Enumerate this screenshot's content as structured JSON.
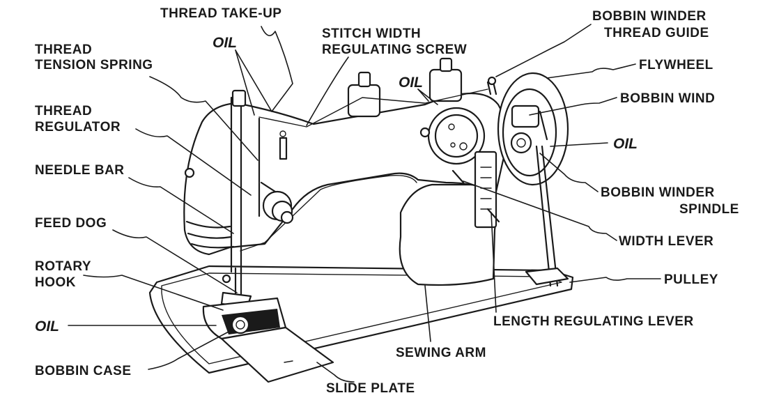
{
  "labels": {
    "thread_take_up": "THREAD TAKE-UP",
    "oil": "OIL",
    "stitch_width_1": "STITCH WIDTH",
    "stitch_width_2": "REGULATING SCREW",
    "bobbin_winder_guide_1": "BOBBIN WINDER",
    "bobbin_winder_guide_2": "THREAD GUIDE",
    "flywheel": "FLYWHEEL",
    "bobbin_wind": "BOBBIN WIND",
    "thread_tension_1": "THREAD",
    "thread_tension_2": "TENSION SPRING",
    "thread_regulator_1": "THREAD",
    "thread_regulator_2": "REGULATOR",
    "needle_bar": "NEEDLE BAR",
    "bobbin_spindle_1": "BOBBIN WINDER",
    "bobbin_spindle_2": "SPINDLE",
    "feed_dog": "FEED DOG",
    "width_lever": "WIDTH LEVER",
    "rotary_hook_1": "ROTARY",
    "rotary_hook_2": "HOOK",
    "pulley": "PULLEY",
    "length_lever": "LENGTH REGULATING LEVER",
    "sewing_arm": "SEWING ARM",
    "bobbin_case": "BOBBIN CASE",
    "slide_plate": "SLIDE PLATE"
  }
}
